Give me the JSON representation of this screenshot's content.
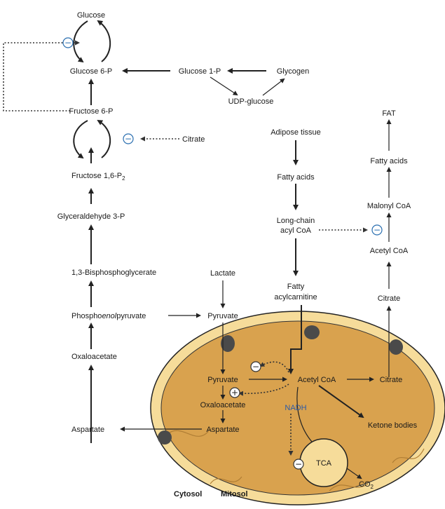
{
  "colors": {
    "mito_outer": "#f6dc9a",
    "mito_inner": "#d9a24e",
    "carrier": "#4a4a4a",
    "inhibit_sign": "#2a6fb0",
    "nadh_text": "#2a5aa8"
  },
  "glycolysis": {
    "glucose": "Glucose",
    "glucose6p": "Glucose 6-P",
    "glucose1p": "Glucose 1-P",
    "glycogen": "Glycogen",
    "udp_glucose": "UDP-glucose",
    "fructose6p": "Fructose 6-P",
    "citrate_reg": "Citrate",
    "fructose16p2_base": "Fructose 1,6-P",
    "fructose16p2_sub": "2",
    "glyceraldehyde3p": "Glyceraldehyde 3-P",
    "bisphosphoglycerate": "1,3-Bisphosphoglycerate",
    "pep_pre": "Phospho",
    "pep_italic": "enol",
    "pep_post": "pyruvate",
    "oxaloacetate": "Oxaloacetate",
    "aspartate": "Aspartate"
  },
  "center": {
    "lactate": "Lactate",
    "pyruvate": "Pyruvate"
  },
  "fat_path": {
    "adipose": "Adipose tissue",
    "fatty_acids": "Fatty acids",
    "long_chain_1": "Long-chain",
    "long_chain_2": "acyl CoA",
    "fatty_acyl_1": "Fatty",
    "fatty_acyl_2": "acylcarnitine"
  },
  "lipogenesis": {
    "fat": "FAT",
    "fatty_acids": "Fatty acids",
    "malonyl": "Malonyl CoA",
    "acetyl": "Acetyl CoA",
    "citrate": "Citrate"
  },
  "mito": {
    "pyruvate": "Pyruvate",
    "oxaloacetate": "Oxaloacetate",
    "aspartate": "Aspartate",
    "acetyl_coa": "Acetyl CoA",
    "citrate": "Citrate",
    "nadh": "NADH",
    "tca": "TCA",
    "co2_base": "CO",
    "co2_sub": "2",
    "ketone": "Ketone bodies"
  },
  "compartments": {
    "cytosol": "Cytosol",
    "mitosol": "Mitosol"
  },
  "signs": {
    "minus": "−",
    "plus": "+"
  }
}
